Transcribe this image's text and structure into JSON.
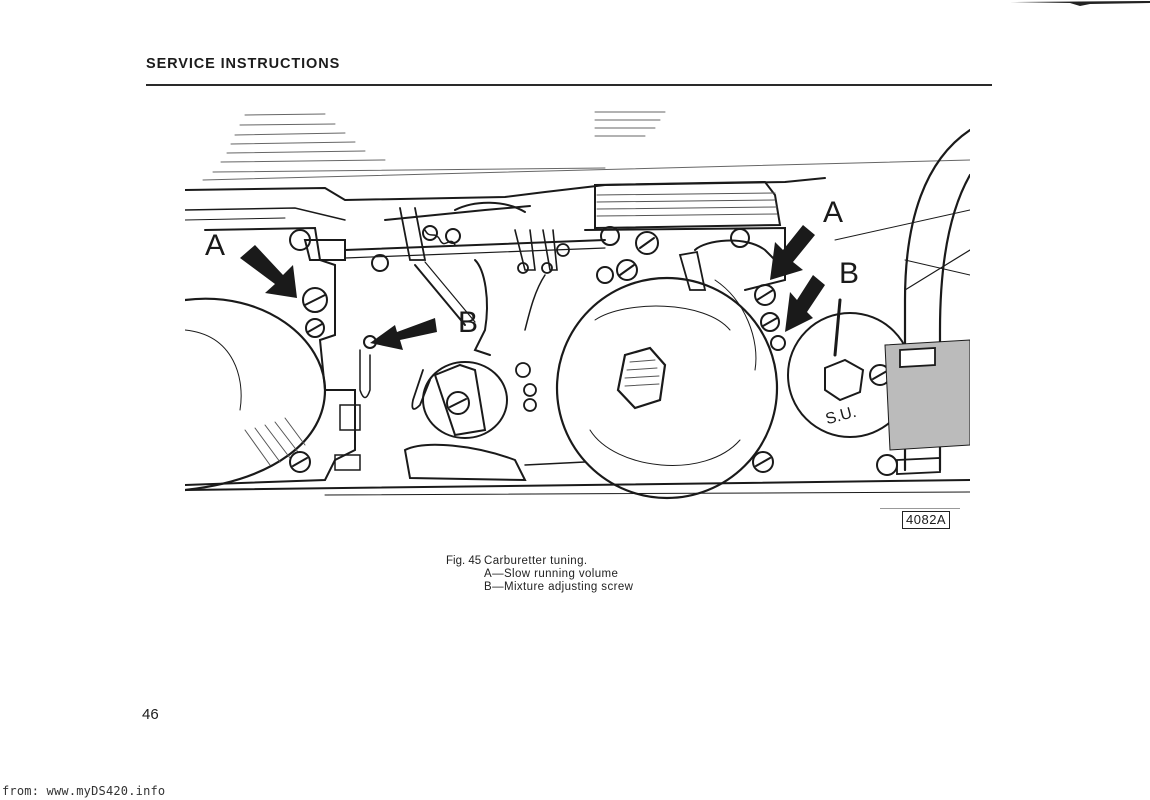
{
  "header": {
    "title": "SERVICE INSTRUCTIONS"
  },
  "figure": {
    "description": "Line illustration of twin SU carburettors with arrows indicating adjustment screws",
    "labels": [
      {
        "id": "left-A",
        "text": "A"
      },
      {
        "id": "left-B",
        "text": "B"
      },
      {
        "id": "right-A",
        "text": "A"
      },
      {
        "id": "right-B",
        "text": "B"
      }
    ],
    "badge_text": "S.U.",
    "id_tag": "4082A"
  },
  "caption": {
    "number": "Fig. 45",
    "title": "Carburetter tuning.",
    "items": [
      "A—Slow running volume",
      "B—Mixture adjusting screw"
    ]
  },
  "page": {
    "number": "46"
  },
  "footer": {
    "source": "from: www.myDS420.info"
  },
  "colors": {
    "ink": "#1a1a1a",
    "paper": "#ffffff"
  }
}
